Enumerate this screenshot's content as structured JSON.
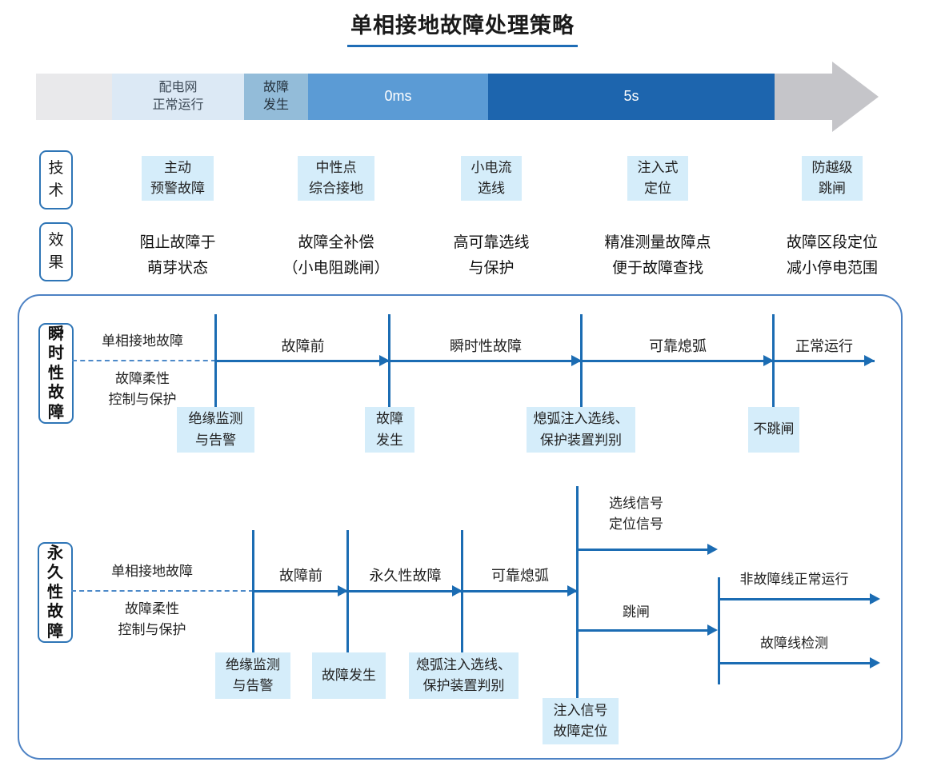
{
  "title": "单相接地故障处理策略",
  "timeline": {
    "stages": [
      "",
      "配电网\n正常运行",
      "故障\n发生",
      "0ms",
      "5s"
    ]
  },
  "tech": {
    "label": "技术",
    "items": [
      "主动\n预警故障",
      "中性点\n综合接地",
      "小电流\n选线",
      "注入式\n定位",
      "防越级\n跳闸"
    ]
  },
  "effect": {
    "label": "效果",
    "items": [
      "阻止故障于\n萌芽状态",
      "故障全补偿\n（小电阻跳闸）",
      "高可靠选线\n与保护",
      "精准测量故障点\n便于故障查找",
      "故障区段定位\n减小停电范围"
    ]
  },
  "transient": {
    "label": "瞬时性故障",
    "pre_top": "单相接地故障",
    "pre_bottom": "故障柔性\n控制与保护",
    "seg1": "故障前",
    "seg2": "瞬时性故障",
    "seg3": "可靠熄弧",
    "seg4": "正常运行",
    "box1": "绝缘监测\n与告警",
    "box2": "故障\n发生",
    "box3": "熄弧注入选线、\n保护装置判别",
    "box4": "不跳闸"
  },
  "permanent": {
    "label": "永久性故障",
    "pre_top": "单相接地故障",
    "pre_bottom": "故障柔性\n控制与保护",
    "seg1": "故障前",
    "seg2": "永久性故障",
    "seg3": "可靠熄弧",
    "box1": "绝缘监测\n与告警",
    "box2": "故障发生",
    "box3": "熄弧注入选线、\n保护装置判别",
    "box4": "注入信号\n故障定位",
    "branch_signal": "选线信号\n定位信号",
    "branch_trip": "跳闸",
    "branch_nonfault": "非故障线正常运行",
    "branch_faultline": "故障线检测"
  },
  "colors": {
    "line_blue": "#1b6cb3",
    "timeline_gray": "#e9e9eb",
    "timeline_light_blue": "#dce9f5",
    "timeline_mid_blue": "#93bcd9",
    "timeline_blue": "#5b9bd5",
    "timeline_dark_blue": "#1d65ae",
    "arrow_gray": "#c5c5c9",
    "box_fill": "#d5edfa",
    "label_border": "#2e75b6",
    "panel_border": "#4d82c4",
    "title_underline": "#1f6db6"
  }
}
